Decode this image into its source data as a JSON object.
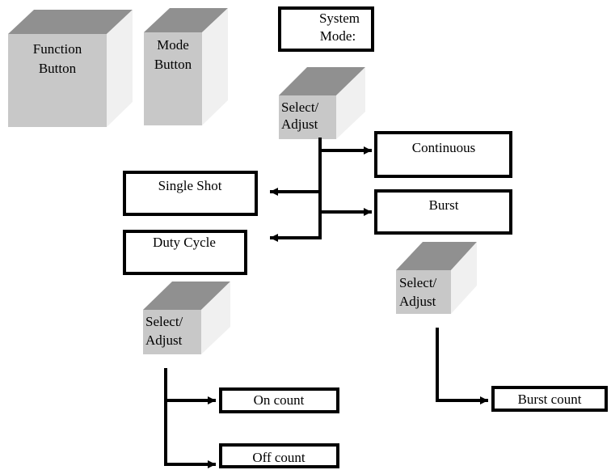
{
  "buttons": {
    "function": [
      "Function",
      "Button"
    ],
    "mode": [
      "Mode",
      "Button"
    ],
    "select_adjust_1": [
      "Select/",
      "Adjust"
    ],
    "select_adjust_2": [
      "Select/",
      "Adjust"
    ],
    "select_adjust_3": [
      "Select/",
      "Adjust"
    ]
  },
  "boxes": {
    "system_mode": [
      "System",
      "Mode:"
    ],
    "continuous": "Continuous",
    "single_shot": "Single Shot",
    "burst": "Burst",
    "duty_cycle": "Duty Cycle",
    "on_count": "On count",
    "off_count": "Off count",
    "burst_count": "Burst count"
  },
  "colors": {
    "cube_front": "#c8c8c8",
    "cube_top": "#909090",
    "cube_side": "#f0f0f0",
    "line": "#000000"
  }
}
